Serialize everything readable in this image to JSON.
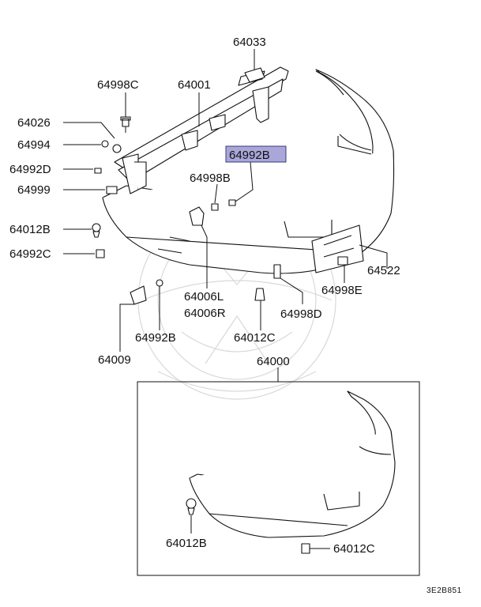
{
  "diagram": {
    "labels": {
      "p64033": "64033",
      "p64998C": "64998C",
      "p64001": "64001",
      "p64026": "64026",
      "p64994": "64994",
      "p64992B_hl": "64992B",
      "p64992D": "64992D",
      "p64998B": "64998B",
      "p64999": "64999",
      "p64012B_top": "64012B",
      "p64992C": "64992C",
      "p64522": "64522",
      "p64998E": "64998E",
      "p64006L": "64006L",
      "p64006R": "64006R",
      "p64998D": "64998D",
      "p64992B_low": "64992B",
      "p64012C_mid": "64012C",
      "p64009": "64009",
      "p64000": "64000",
      "p64012B_box": "64012B",
      "p64012C_box": "64012C"
    },
    "footer_code": "3E2B851",
    "highlight_color": "#a9a6d8"
  }
}
